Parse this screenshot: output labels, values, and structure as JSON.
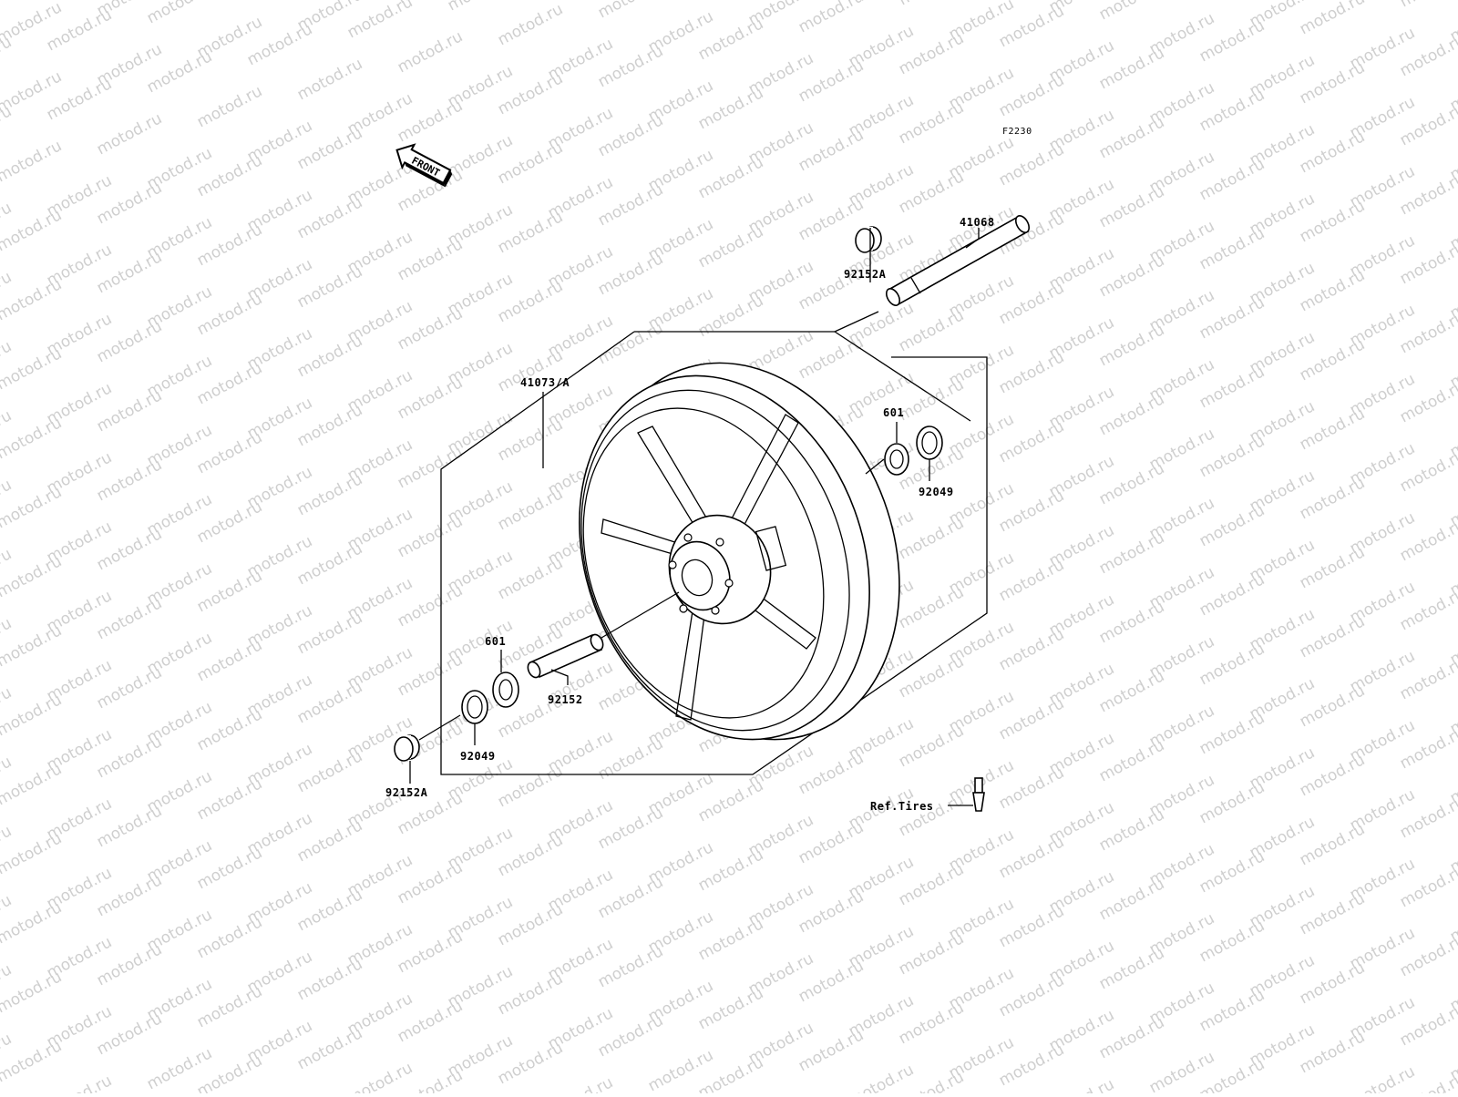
{
  "diagram": {
    "figure_code": "F2230",
    "front_label": "FRONT",
    "watermark": "motod.ru",
    "ref_note": "Ref.Tires",
    "parts": {
      "wheel": "41073/A",
      "axle": "41068",
      "collar_right": "92152A",
      "collar_left": "92152A",
      "bearing_right": "601",
      "bearing_left": "601",
      "seal_right": "92049",
      "seal_left": "92049",
      "spacer": "92152"
    }
  }
}
